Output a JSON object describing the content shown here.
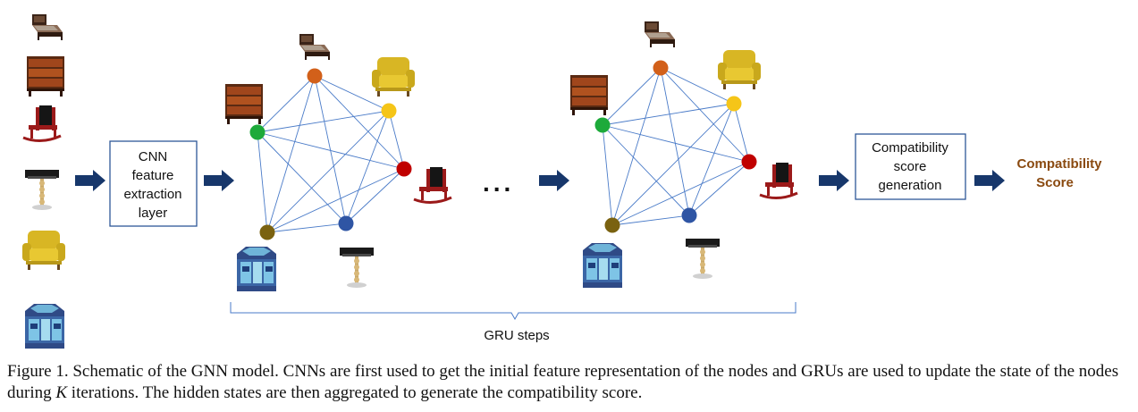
{
  "cnn_box": {
    "line1": "CNN",
    "line2": "feature",
    "line3": "extraction",
    "line4": "layer"
  },
  "gen_box": {
    "line1": "Compatibility",
    "line2": "score",
    "line3": "generation"
  },
  "output_label": {
    "line1": "Compatibility",
    "line2": "Score"
  },
  "ellipsis": "...",
  "brace_label": "GRU steps",
  "caption": {
    "prefix": "Figure 1. Schematic of the GNN model. CNNs are first used to get the initial feature representation of the nodes and GRUs are used to update the state of the nodes during ",
    "var": "K",
    "suffix": " iterations. The hidden states are then aggregated to generate the compatibility score."
  },
  "colors": {
    "arrow": "#17376b",
    "edge": "#4a7bc8",
    "box_border": "#2e5797",
    "score_text": "#8a4a10",
    "node_orange": "#d2601a",
    "node_yellow": "#f5c518",
    "node_red": "#c00000",
    "node_blue": "#2f55a4",
    "node_olive": "#7a6210",
    "node_green": "#1daa3a"
  },
  "icons": [
    "bed-icon",
    "dresser-icon",
    "rocking-chair-icon",
    "lamp-icon",
    "armchair-icon",
    "side-table-icon"
  ]
}
